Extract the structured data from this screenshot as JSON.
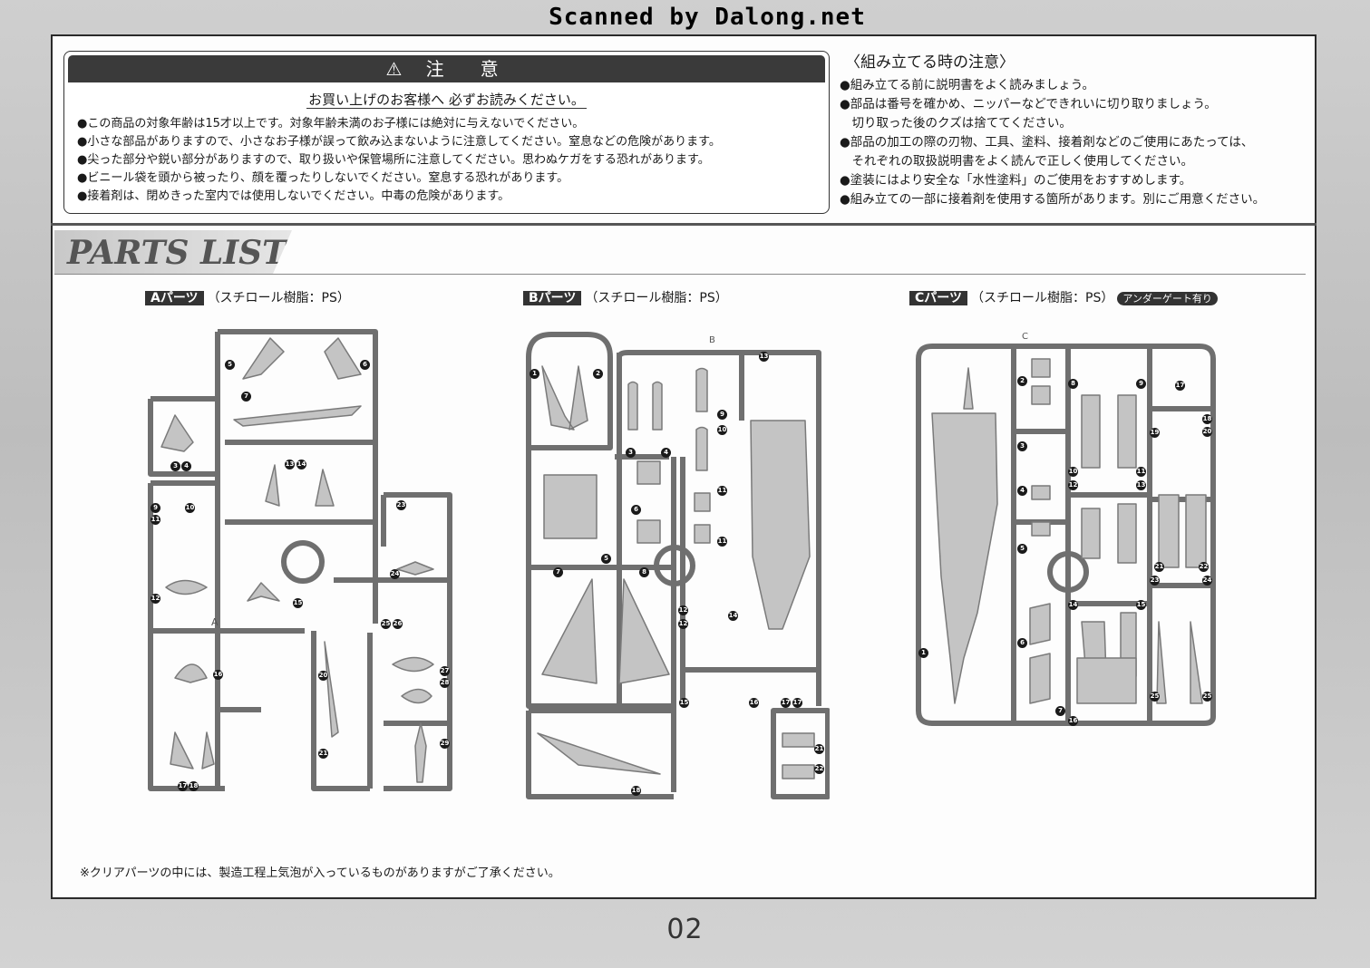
{
  "scanner": "Scanned by Dalong.net",
  "caution": {
    "title": "注　意",
    "subtitle": "お買い上げのお客様へ 必ずお読みください。",
    "items": [
      "●この商品の対象年齢は15才以上です。対象年齢未満のお子様には絶対に与えないでください。",
      "●小さな部品がありますので、小さなお子様が誤って飲み込まないように注意してください。窒息などの危険があります。",
      "●尖った部分や鋭い部分がありますので、取り扱いや保管場所に注意してください。思わぬケガをする恐れがあります。",
      "●ビニール袋を頭から被ったり、顔を覆ったりしないでください。窒息する恐れがあります。",
      "●接着剤は、閉めきった室内では使用しないでください。中毒の危険があります。"
    ]
  },
  "assembly_notes": {
    "title": "〈組み立てる時の注意〉",
    "items": [
      "●組み立てる前に説明書をよく読みましょう。",
      "●部品は番号を確かめ、ニッパーなどできれいに切り取りましょう。",
      "　切り取った後のクズは捨ててください。",
      "●部品の加工の際の刃物、工具、塗料、接着剤などのご使用にあたっては、",
      "　それぞれの取扱説明書をよく読んで正しく使用してください。",
      "●塗装にはより安全な「水性塗料」のご使用をおすすめします。",
      "●組み立ての一部に接着剤を使用する箇所があります。別にご用意ください。"
    ]
  },
  "parts_list": {
    "title": "PARTS LIST",
    "runners": [
      {
        "tag": "Aパーツ",
        "material": "（スチロール樹脂：PS）",
        "badge": ""
      },
      {
        "tag": "Bパーツ",
        "material": "（スチロール樹脂：PS）",
        "badge": ""
      },
      {
        "tag": "Cパーツ",
        "material": "（スチロール樹脂：PS）",
        "badge": "アンダーゲート有り"
      }
    ],
    "frame_letters": {
      "a": "A",
      "b": "B",
      "c": "C"
    }
  },
  "footnote": "※クリアパーツの中には、製造工程上気泡が入っているものがありますがご了承ください。",
  "page_number": "02",
  "colors": {
    "runner_fill": "#d6d6d6",
    "runner_stroke": "#6f6f6f",
    "part_fill": "#c4c4c4",
    "ink": "#1a1a1a"
  }
}
